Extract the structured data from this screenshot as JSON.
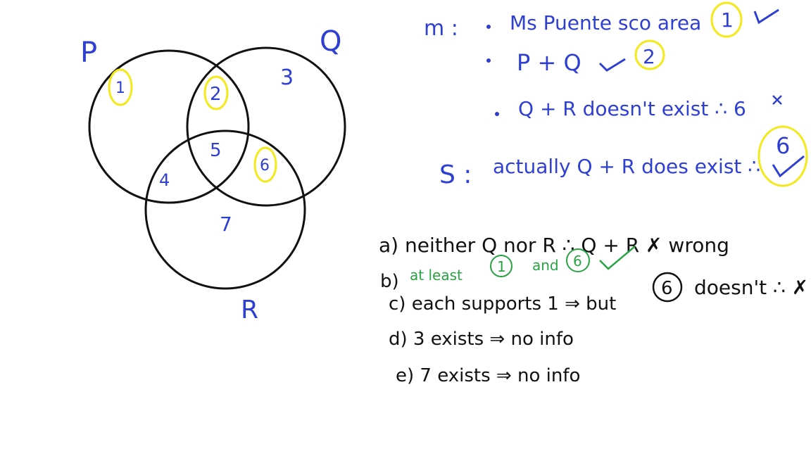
{
  "colors": {
    "blue_ink": "#2f3fd1",
    "black_ink": "#111111",
    "green_ink": "#2aa344",
    "highlight": "#f2ea1a",
    "background": "#ffffff"
  },
  "venn": {
    "sets": [
      "P",
      "Q",
      "R"
    ],
    "regions": [
      "1",
      "2",
      "3",
      "4",
      "5",
      "6",
      "7"
    ]
  },
  "notes": {
    "m_label": "m :",
    "m_line1": "Ms Puente sco area",
    "m_line1_circled": "1",
    "m_line2": "P + Q",
    "m_line2_circled": "2",
    "m_line3": "Q + R doesn't exist ∴ 6",
    "s_label": "S :",
    "s_line": "actually Q + R does exist ∴",
    "s_circled": "6"
  },
  "answers": {
    "a": "a)  neither Q nor R  ∴  Q + R ✗   wrong",
    "b_prefix": "b)",
    "b_text": "at least",
    "b_c1": "1",
    "b_and": "and",
    "b_c2": "6",
    "c_text": "c)  each supports 1  ⇒  but",
    "c_circled": "6",
    "c_tail": "doesn't ∴ ✗",
    "d": "d)  3 exists  ⇒  no info",
    "e": "e)  7 exists  ⇒  no info"
  }
}
